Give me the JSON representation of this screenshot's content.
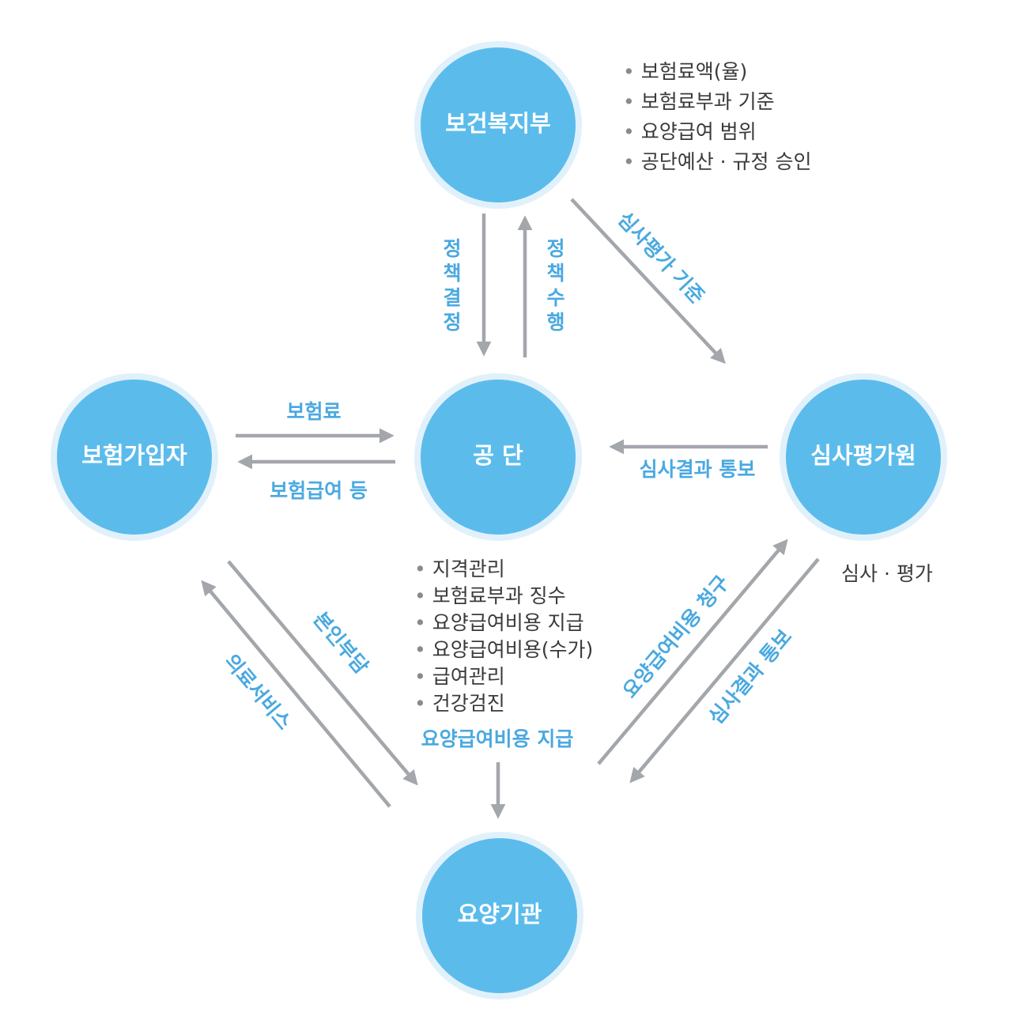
{
  "nodes": {
    "ministry": "보건복지부",
    "subscriber": "보험가입자",
    "nhis": "공 단",
    "hira": "심사평가원",
    "provider": "요양기관"
  },
  "flows": {
    "policy_decision": "정책결정",
    "policy_execution": "정책수행",
    "review_criteria": "심사평가 기준",
    "premium": "보험료",
    "benefits": "보험급여 등",
    "review_result_to_nhis": "심사결과 통보",
    "review_evaluation": "심사 · 평가",
    "copayment": "본인부담",
    "medical_service": "의료서비스",
    "benefit_payment": "요양급여비용 지급",
    "benefit_claim": "요양급여비용 청구",
    "review_result_to_provider": "심사결과 통보"
  },
  "ministry_duties": [
    "보험료액(율)",
    "보험료부과 기준",
    "요양급여 범위",
    "공단예산 · 규정 승인"
  ],
  "nhis_duties": [
    "지격관리",
    "보험료부과 징수",
    "요양급여비용 지급",
    "요양급여비용(수가)",
    "급여관리",
    "건강검진"
  ],
  "colors": {
    "node_fill": "#5bbcec",
    "node_ring": "#e1f1fb",
    "arrow": "#a3a6ab",
    "label_blue": "#4aa9e0",
    "text_dark": "#3a3a3a"
  }
}
